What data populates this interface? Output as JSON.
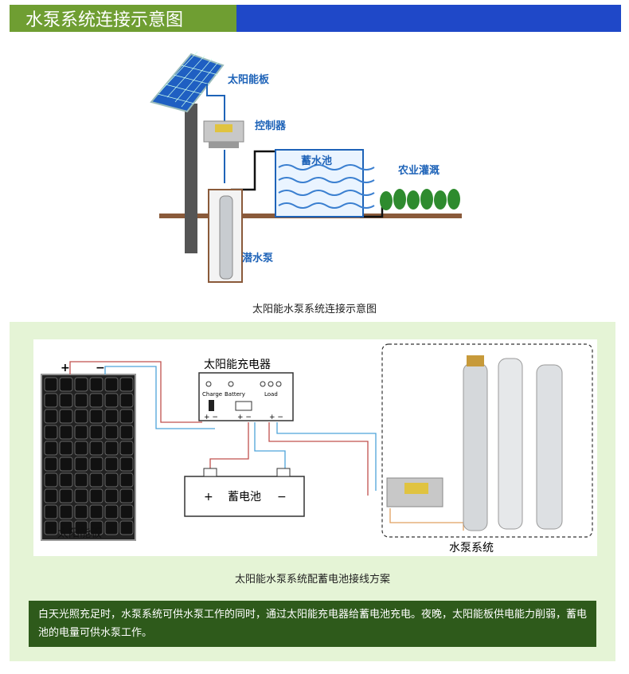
{
  "header": {
    "title": "水泵系统连接示意图"
  },
  "diagram1": {
    "labels": {
      "solar_panel": "太阳能板",
      "controller": "控制器",
      "water_tank": "蓄水池",
      "irrigation": "农业灌溉",
      "pump": "潜水泵"
    },
    "caption": "太阳能水泵系统连接示意图"
  },
  "diagram2": {
    "solar_panel_label": "太阳能板",
    "panel_plus": "+",
    "panel_minus": "−",
    "charger_title": "太阳能充电器",
    "charger_indicators": [
      "Charge",
      "Battery",
      "Load"
    ],
    "charger_terminals": [
      "+ −",
      "+ −",
      "+ −"
    ],
    "battery_label": "蓄电池",
    "battery_plus": "+",
    "battery_minus": "−",
    "pump_system_label": "水泵系统",
    "caption": "太阳能水泵系统配蓄电池接线方案"
  },
  "note": "白天光照充足时，水泵系统可供水泵工作的同时，通过太阳能充电器给蓄电池充电。夜晚，太阳能板供电能力削弱，蓄电池的电量可供水泵工作。",
  "colors": {
    "header_green": "#6f9e32",
    "header_blue": "#1f48c8",
    "panel_bg": "#e5f4d6",
    "note_bg": "#2e5a1b",
    "label_blue": "#1e63b8"
  }
}
